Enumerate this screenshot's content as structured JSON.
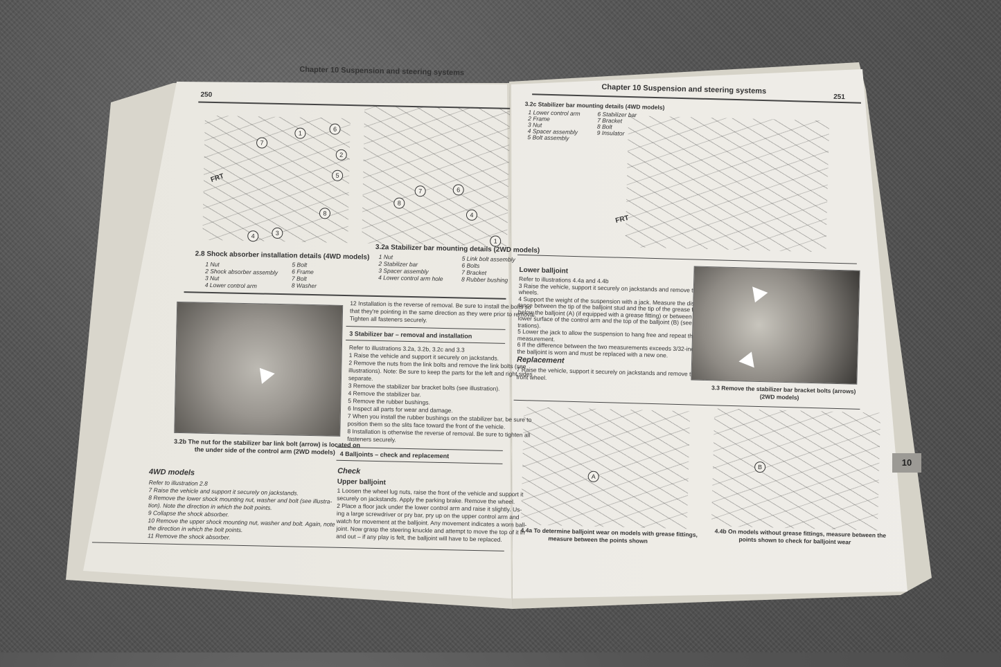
{
  "left_page": {
    "page_number": "250",
    "header": "Chapter 10   Suspension and steering systems",
    "fig_2_8": {
      "title": "2.8   Shock absorber installation details (4WD models)",
      "items": [
        "1  Nut",
        "2  Shock absorber assembly",
        "3  Nut",
        "4  Lower control arm",
        "5  Bolt",
        "6  Frame",
        "7  Bolt",
        "8  Washer"
      ]
    },
    "fig_3_2a": {
      "title": "3.2a   Stabilizer bar mounting details (2WD models)",
      "items": [
        "1  Nut",
        "2  Stabilizer bar",
        "3  Spacer assembly",
        "4  Lower control arm hole",
        "5  Link bolt assembly",
        "6  Bolts",
        "7  Bracket",
        "8  Rubber bushing"
      ]
    },
    "fig_3_2b": {
      "caption": [
        "3.2b  The nut for the stabilizer bar link bolt (arrow) is located on",
        "the under side of the control arm (2WD models)"
      ]
    },
    "step12": [
      "12  Installation is the reverse of removal. Be sure to install the bolts so",
      "that they're pointing in the same direction as they were prior to removal.",
      "Tighten all fasteners securely."
    ],
    "section3": {
      "title": "3     Stabilizer bar – removal and installation",
      "lines": [
        "Refer to illustrations 3.2a, 3.2b, 3.2c and 3.3",
        "1   Raise the vehicle and support it securely on jackstands.",
        "2   Remove the nuts from the link bolts and remove the link bolts (see",
        "illustrations). Note: Be sure to keep the parts for the left and right sides",
        "separate.",
        "3   Remove the stabilizer bar bracket bolts (see illustration).",
        "4   Remove the stabilizer bar.",
        "5   Remove the rubber bushings.",
        "6   Inspect all parts for wear and damage.",
        "7   When you install the rubber bushings on the stabilizer bar, be sure to",
        "position them so the slits face toward the front of the vehicle.",
        "8   Installation is otherwise the reverse of removal. Be sure to tighten all",
        "fasteners securely."
      ]
    },
    "section4": {
      "title": "4     Balljoints – check and replacement",
      "check": "Check",
      "upper": "Upper balljoint",
      "lines": [
        "1   Loosen the wheel lug nuts, raise the front of the vehicle and support it",
        "securely on jackstands. Apply the parking brake. Remove the wheel.",
        "2   Place a floor jack under the lower control arm and raise it slightly. Us-",
        "ing a large screwdriver or pry bar, pry up on the upper control arm and",
        "watch for movement at the balljoint. Any movement indicates a worn ball-",
        "joint. Now grasp the steering knuckle and attempt to move the top of it in",
        "and out – if any play is felt, the balljoint will have to be replaced."
      ]
    },
    "fourwd": {
      "title": "4WD models",
      "lines": [
        "Refer to illustration 2.8",
        "7   Raise the vehicle and support it securely on jackstands.",
        "8   Remove the lower shock mounting nut, washer and bolt (see illustra-",
        "tion). Note the direction in which the bolt points.",
        "9   Collapse the shock absorber.",
        "10  Remove the upper shock mounting nut, washer and bolt. Again, note",
        "the direction in which the bolt points.",
        "11  Remove the shock absorber."
      ]
    },
    "frt_label": "FRT"
  },
  "right_page": {
    "page_number": "251",
    "header": "Chapter 10   Suspension and steering systems",
    "fig_3_2c": {
      "title": "3.2c  Stabilizer bar mounting details (4WD models)",
      "items": [
        "1  Lower control arm",
        "2  Frame",
        "3  Nut",
        "4  Spacer assembly",
        "5  Bolt assembly",
        "6  Stabilizer bar",
        "7  Bracket",
        "8  Bolt",
        "9  Insulator"
      ]
    },
    "lower": {
      "title": "Lower balljoint",
      "lines": [
        "Refer to illustrations 4.4a and 4.4b",
        "3   Raise the vehicle, support it securely on jackstands and remove the",
        "wheels.",
        "4   Support the weight of the suspension with a jack. Measure the dis-",
        "tance between the tip of the balljoint stud and the tip of the grease fitting",
        "below the balljoint (A) (if equipped with a grease fitting) or between the",
        "lower surface of the control arm and the top of the balljoint (B) (see illus-",
        "trations).",
        "5   Lower the jack to allow the suspension to hang free and repeat the",
        "measurement.",
        "6   If the difference between the two measurements exceeds 3/32-inch,",
        "the balljoint is worn and must be replaced with a new one."
      ]
    },
    "replacement": {
      "title": "Replacement",
      "lines": [
        "7   Raise the vehicle, support it securely on jackstands and remove the",
        "front wheel."
      ]
    },
    "fig_3_3": {
      "caption": [
        "3.3   Remove the stabilizer bar bracket bolts (arrows)",
        "(2WD models)"
      ]
    },
    "fig_4_4a": {
      "caption": [
        "4.4a  To determine balljoint wear on models with grease fittings,",
        "measure between the points shown"
      ],
      "label": "A"
    },
    "fig_4_4b": {
      "caption": [
        "4.4b  On models without grease fittings, measure between the",
        "points shown to check for balljoint wear"
      ],
      "label": "B"
    },
    "chapter_tab": "10",
    "frt_label": "FRT"
  }
}
